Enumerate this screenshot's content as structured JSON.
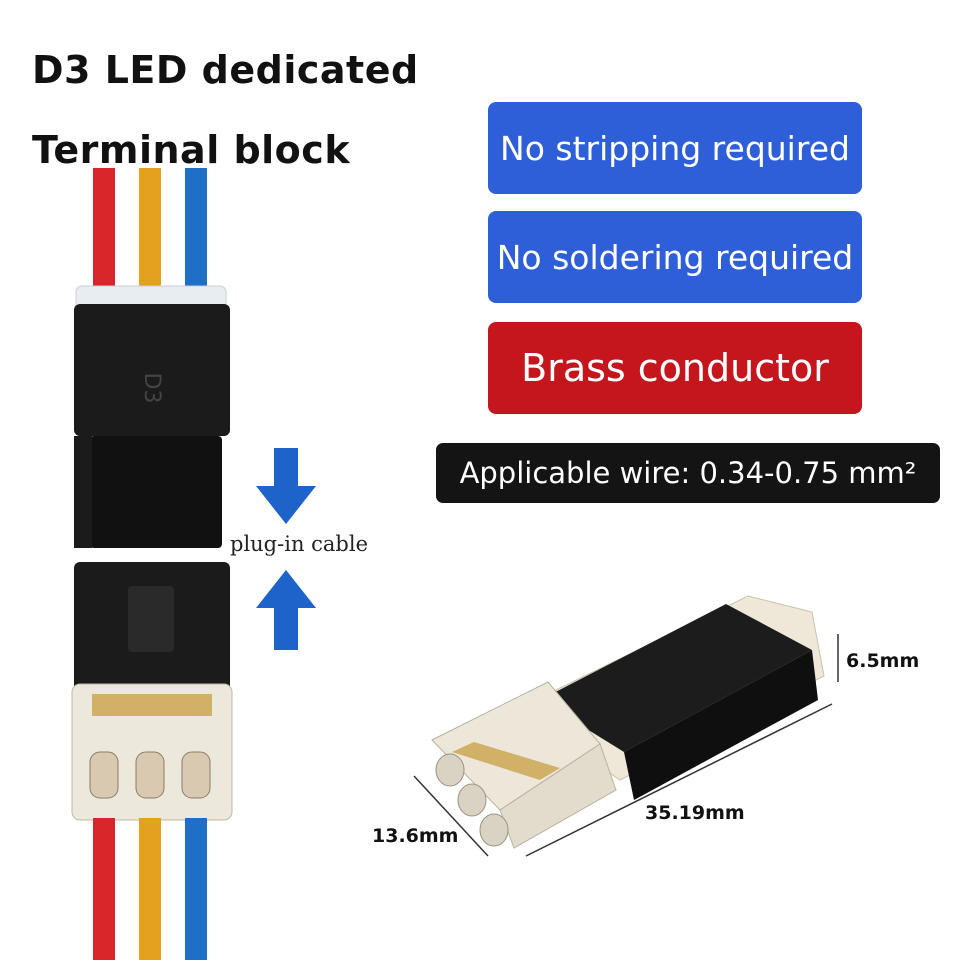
{
  "heading": {
    "line1": "D3 LED dedicated",
    "line2": "Terminal block"
  },
  "features": [
    {
      "label": "No stripping required",
      "color": "#2f5fd8"
    },
    {
      "label": "No soldering required",
      "color": "#2f5fd8"
    },
    {
      "label": "Brass conductor",
      "color": "#c4161c"
    }
  ],
  "wire_spec": "Applicable wire: 0.34-0.75 mm²",
  "plug_label": "plug-in cable",
  "dimensions": {
    "height": "6.5mm",
    "length": "35.19mm",
    "width": "13.6mm"
  },
  "colors": {
    "wire_red": "#d8262b",
    "wire_yellow": "#e3a11d",
    "wire_blue": "#1f6fc7",
    "arrow": "#1d63c9",
    "housing": "#1b1b1b"
  }
}
